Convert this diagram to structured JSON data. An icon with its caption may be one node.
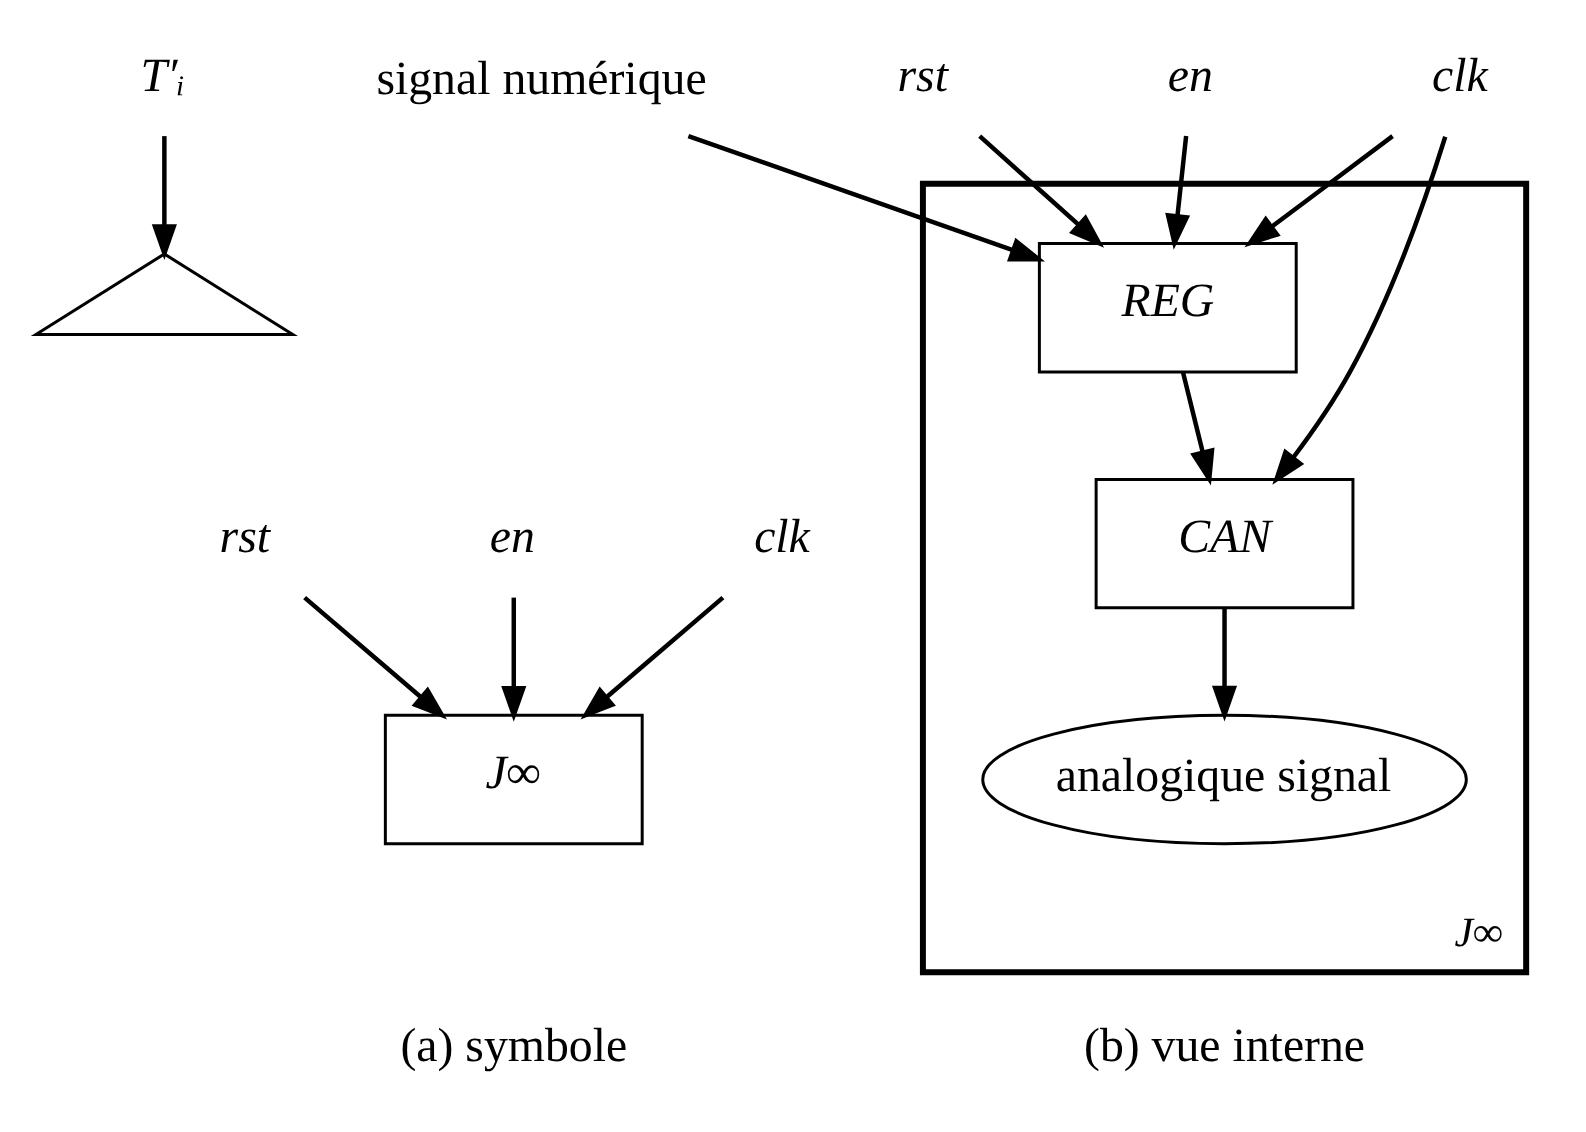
{
  "diagram": {
    "nodes": [
      {
        "text": [
          "T′ᵢ"
        ]
      },
      {
        "text": [],
        "shape": "triangle"
      },
      {
        "text": [
          "J∞"
        ]
      },
      {
        "text": [
          "rst"
        ]
      },
      {
        "text": [
          "en"
        ]
      },
      {
        "text": [
          "clk"
        ]
      },
      {
        "text": [
          "J∞"
        ]
      },
      {
        "text": [
          "signal numérique"
        ]
      },
      {
        "text": [
          "rst"
        ]
      },
      {
        "text": [
          "en"
        ]
      },
      {
        "text": [
          "clk"
        ]
      },
      {
        "text": [
          "REG"
        ],
        "in": 6
      },
      {
        "text": [
          "CAN"
        ],
        "in": 6
      },
      {
        "text": [
          "analogique signal"
        ],
        "in": 6
      }
    ],
    "edges": [
      {
        "from": 0,
        "to": 1,
        "arrow": "to"
      },
      {
        "from": 3,
        "to": 2,
        "arrow": "to"
      },
      {
        "from": 4,
        "to": 2,
        "arrow": "to"
      },
      {
        "from": 5,
        "to": 2,
        "arrow": "to"
      },
      {
        "from": 7,
        "to": 11,
        "arrow": "to"
      },
      {
        "from": 8,
        "to": 11,
        "arrow": "to"
      },
      {
        "from": 9,
        "to": 11,
        "arrow": "to"
      },
      {
        "from": 10,
        "to": 11,
        "arrow": "to"
      },
      {
        "from": 10,
        "to": 12,
        "arrow": "to"
      },
      {
        "from": 11,
        "to": 12,
        "arrow": "to"
      },
      {
        "from": 12,
        "to": 13,
        "arrow": "to"
      }
    ],
    "labels": [
      "(a) symbole",
      "(b) vue interne"
    ]
  }
}
